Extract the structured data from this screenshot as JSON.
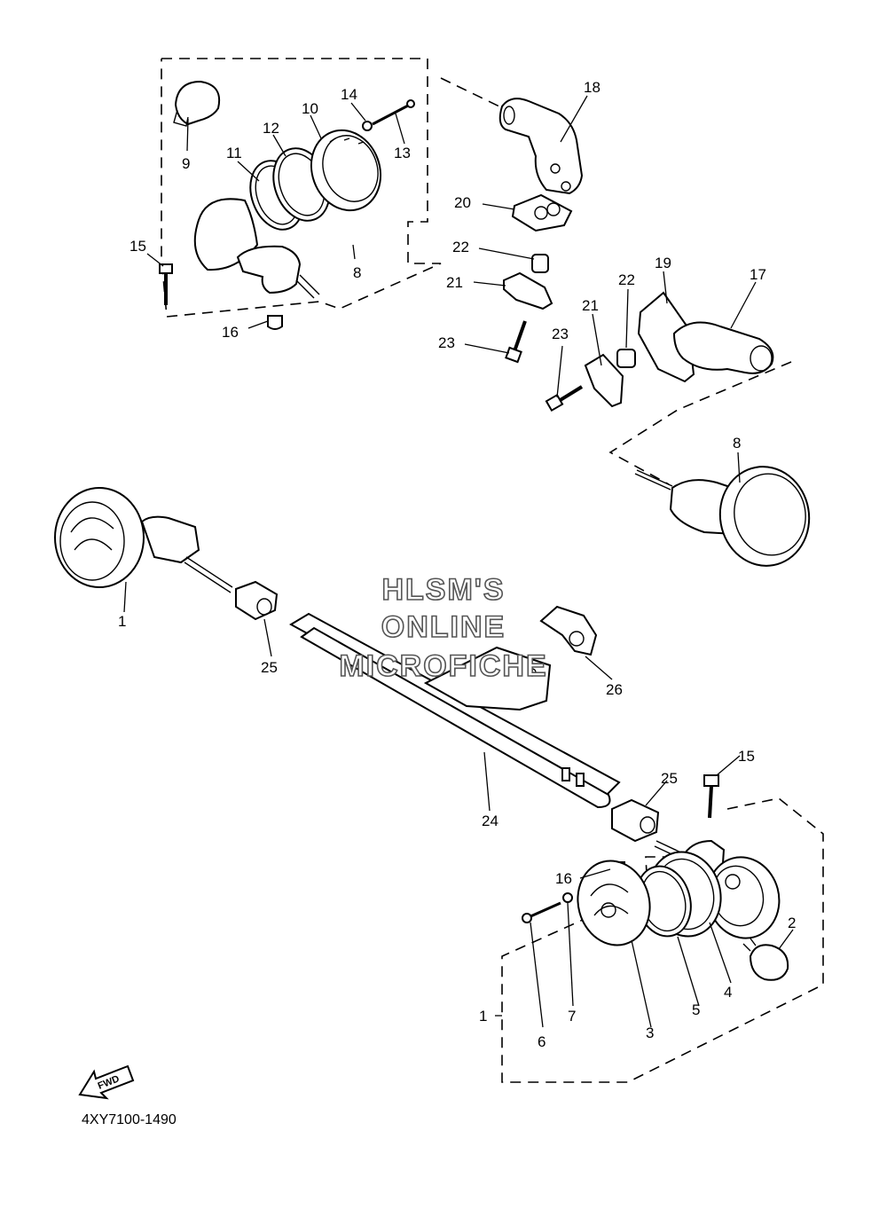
{
  "diagram_code": "4XY7100-1490",
  "fwd_label": "FWD",
  "watermark": [
    "HLSM'S",
    "ONLINE",
    "MICROFICHE"
  ],
  "callouts": [
    {
      "id": "c9",
      "label": "9"
    },
    {
      "id": "c11",
      "label": "11"
    },
    {
      "id": "c12",
      "label": "12"
    },
    {
      "id": "c10",
      "label": "10"
    },
    {
      "id": "c14",
      "label": "14"
    },
    {
      "id": "c13",
      "label": "13"
    },
    {
      "id": "c15a",
      "label": "15"
    },
    {
      "id": "c8a",
      "label": "8"
    },
    {
      "id": "c16a",
      "label": "16"
    },
    {
      "id": "c18",
      "label": "18"
    },
    {
      "id": "c20",
      "label": "20"
    },
    {
      "id": "c22a",
      "label": "22"
    },
    {
      "id": "c21a",
      "label": "21"
    },
    {
      "id": "c23a",
      "label": "23"
    },
    {
      "id": "c19",
      "label": "19"
    },
    {
      "id": "c17",
      "label": "17"
    },
    {
      "id": "c22b",
      "label": "22"
    },
    {
      "id": "c21b",
      "label": "21"
    },
    {
      "id": "c23b",
      "label": "23"
    },
    {
      "id": "c8b",
      "label": "8"
    },
    {
      "id": "c1a",
      "label": "1"
    },
    {
      "id": "c25a",
      "label": "25"
    },
    {
      "id": "c26",
      "label": "26"
    },
    {
      "id": "c24",
      "label": "24"
    },
    {
      "id": "c15b",
      "label": "15"
    },
    {
      "id": "c25b",
      "label": "25"
    },
    {
      "id": "c16b",
      "label": "16"
    },
    {
      "id": "c2",
      "label": "2"
    },
    {
      "id": "c4",
      "label": "4"
    },
    {
      "id": "c5",
      "label": "5"
    },
    {
      "id": "c1b",
      "label": "1"
    },
    {
      "id": "c7",
      "label": "7"
    },
    {
      "id": "c6",
      "label": "6"
    },
    {
      "id": "c3",
      "label": "3"
    }
  ]
}
